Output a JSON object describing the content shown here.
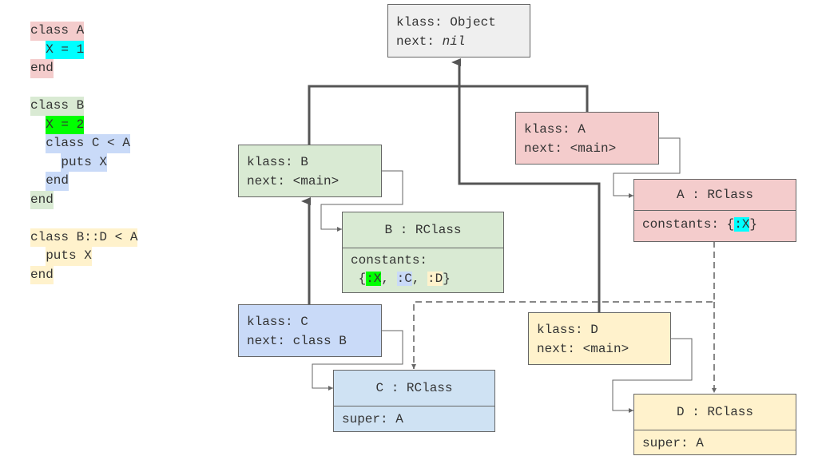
{
  "code": {
    "lines": [
      {
        "indent": "",
        "text": "class A",
        "bg": "#f4cccc"
      },
      {
        "indent": "  ",
        "text": "X = 1",
        "bg": "#00ffff"
      },
      {
        "indent": "",
        "text": "end",
        "bg": "#f4cccc"
      },
      {
        "indent": "",
        "text": "",
        "bg": ""
      },
      {
        "indent": "",
        "text": "class B",
        "bg": "#d9ead3"
      },
      {
        "indent": "  ",
        "text": "X = 2",
        "bg": "#00ff00"
      },
      {
        "indent": "  ",
        "text": "class C < A",
        "bg": "#c9daf8"
      },
      {
        "indent": "    ",
        "text": "puts X",
        "bg": "#c9daf8"
      },
      {
        "indent": "  ",
        "text": "end",
        "bg": "#c9daf8"
      },
      {
        "indent": "",
        "text": "end",
        "bg": "#d9ead3"
      },
      {
        "indent": "",
        "text": "",
        "bg": ""
      },
      {
        "indent": "",
        "text": "class B::D < A",
        "bg": "#fff2cc"
      },
      {
        "indent": "  ",
        "text": "puts X",
        "bg": "#fff2cc"
      },
      {
        "indent": "",
        "text": "end",
        "bg": "#fff2cc"
      }
    ]
  },
  "cref_object": {
    "klass": "klass: Object",
    "next_key": "next: ",
    "next_val": "nil"
  },
  "cref_a": {
    "klass": "klass: A",
    "next": "next: <main>"
  },
  "cref_b": {
    "klass": "klass: B",
    "next": "next: <main>"
  },
  "cref_c": {
    "klass": "klass: C",
    "next": "next: class B"
  },
  "cref_d": {
    "klass": "klass: D",
    "next": "next: <main>"
  },
  "rclass_a": {
    "title": "A : RClass",
    "prefix": "constants: {",
    "c1": ":X",
    "suffix": "}"
  },
  "rclass_b": {
    "title": "B : RClass",
    "line1": "constants:",
    "open": " {",
    "c1": ":X",
    "sep1": ", ",
    "c2": ":C",
    "sep2": ", ",
    "c3": ":D",
    "close": "}"
  },
  "rclass_c": {
    "title": "C : RClass",
    "body": "super: A"
  },
  "rclass_d": {
    "title": "D : RClass",
    "body": "super: A"
  },
  "colors": {
    "pink": "#f4cccc",
    "green": "#d9ead3",
    "blue": "#c9daf8",
    "yellow": "#fff2cc",
    "light_blue": "#cfe2f3",
    "gray": "#efefef",
    "cyan": "#00ffff",
    "lime": "#00ff00"
  }
}
